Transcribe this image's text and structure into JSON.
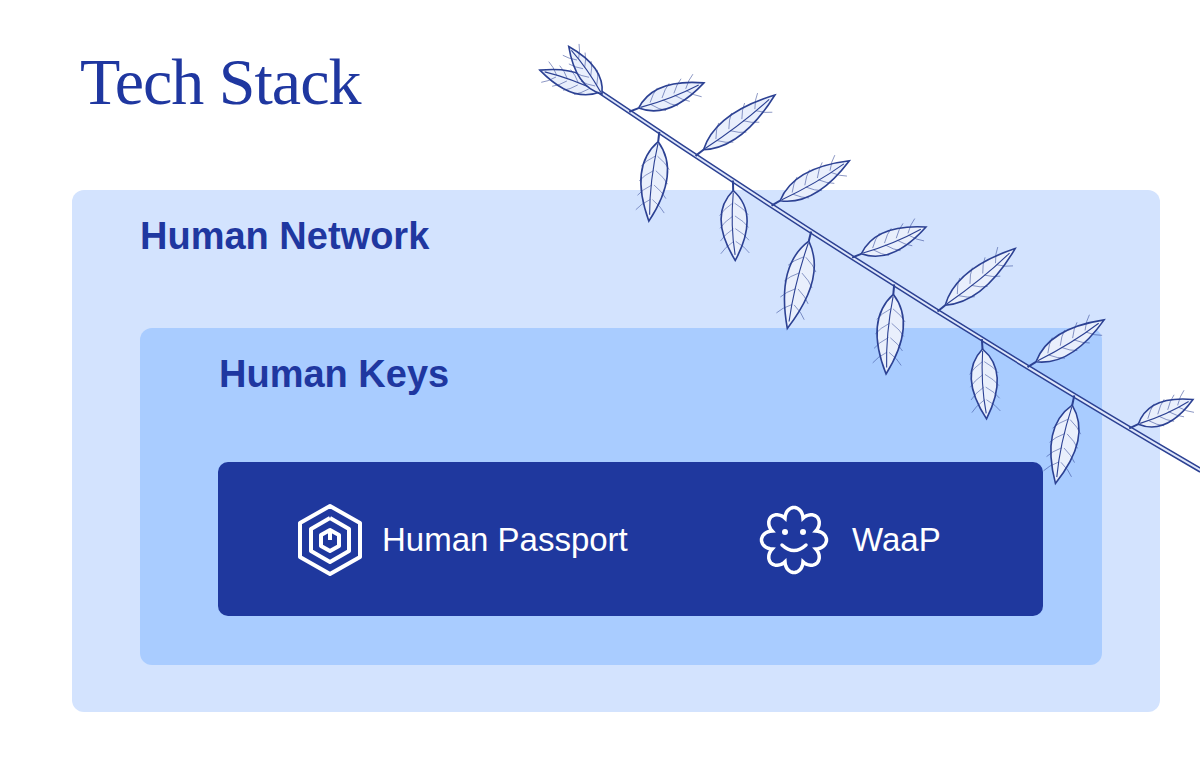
{
  "diagram": {
    "title": "Tech Stack",
    "nodes": [
      {
        "text": [
          "Human Network"
        ]
      },
      {
        "text": [
          "Human Keys"
        ],
        "in": 0
      },
      {
        "text": [
          "Human Passport",
          "WaaP"
        ],
        "in": 1
      }
    ]
  }
}
